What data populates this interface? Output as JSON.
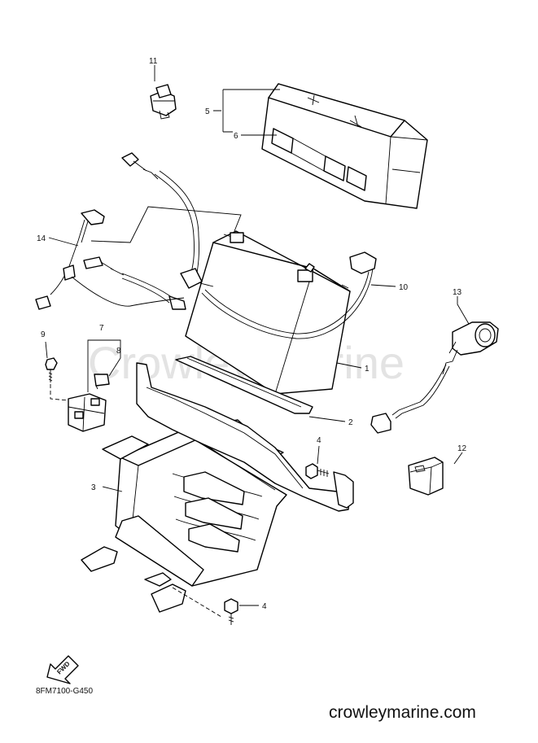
{
  "watermark": "Crowley Marine",
  "footer": {
    "drawing_code": "8FM7100-G450",
    "site": "crowleymarine.com",
    "fwd_label": "FWD"
  },
  "callouts": [
    {
      "id": "1",
      "label": "1"
    },
    {
      "id": "2",
      "label": "2"
    },
    {
      "id": "3",
      "label": "3"
    },
    {
      "id": "4a",
      "label": "4"
    },
    {
      "id": "4b",
      "label": "4"
    },
    {
      "id": "5",
      "label": "5"
    },
    {
      "id": "6",
      "label": "6"
    },
    {
      "id": "7",
      "label": "7"
    },
    {
      "id": "8",
      "label": "8"
    },
    {
      "id": "9",
      "label": "9"
    },
    {
      "id": "10",
      "label": "10"
    },
    {
      "id": "11",
      "label": "11"
    },
    {
      "id": "12",
      "label": "12"
    },
    {
      "id": "13",
      "label": "13"
    },
    {
      "id": "14",
      "label": "14"
    }
  ]
}
